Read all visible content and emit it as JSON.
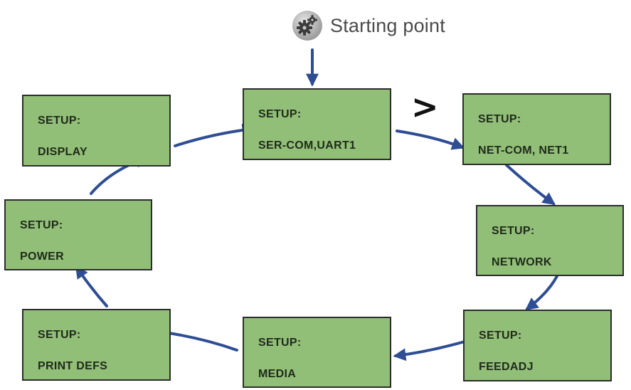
{
  "start": {
    "label": "Starting point",
    "icon": "gears-icon"
  },
  "marker": {
    "glyph": ">"
  },
  "screens": [
    {
      "id": "ser-com",
      "line1": "SETUP:",
      "line2": "SER-COM,UART1"
    },
    {
      "id": "net-com",
      "line1": "SETUP:",
      "line2": "NET-COM, NET1"
    },
    {
      "id": "network",
      "line1": "SETUP:",
      "line2": "NETWORK"
    },
    {
      "id": "feedadj",
      "line1": "SETUP:",
      "line2": "FEEDADJ"
    },
    {
      "id": "media",
      "line1": "SETUP:",
      "line2": "MEDIA"
    },
    {
      "id": "print-defs",
      "line1": "SETUP:",
      "line2": "PRINT DEFS"
    },
    {
      "id": "power",
      "line1": "SETUP:",
      "line2": "POWER"
    },
    {
      "id": "display",
      "line1": "SETUP:",
      "line2": "DISPLAY"
    }
  ],
  "colors": {
    "lcd_fill": "#92bf78",
    "arrow": "#2e4d94",
    "border": "#2c2c2c"
  }
}
